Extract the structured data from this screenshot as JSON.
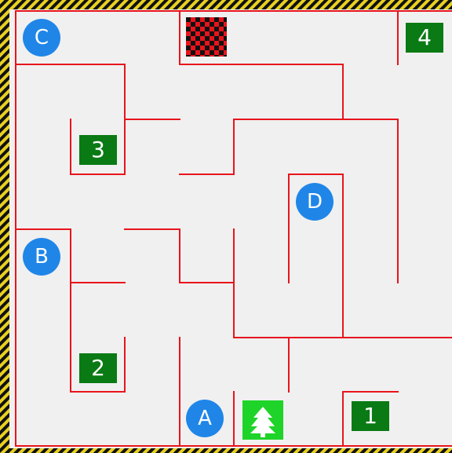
{
  "board": {
    "floor_color": "#f0f0f0",
    "wall_color": "#e8141c",
    "border_colors": [
      "#e8d020",
      "#111111"
    ]
  },
  "goal": {
    "icon": "checkered-flag-icon",
    "colors": [
      "#e8141c",
      "#111111"
    ]
  },
  "player": {
    "icon": "tree-icon",
    "color": "#1ed428"
  },
  "numbered_tiles": [
    "1",
    "2",
    "3",
    "4"
  ],
  "letter_tokens": [
    "A",
    "B",
    "C",
    "D"
  ],
  "tile_color": "#0a7a14",
  "token_color": "#1f86e8"
}
